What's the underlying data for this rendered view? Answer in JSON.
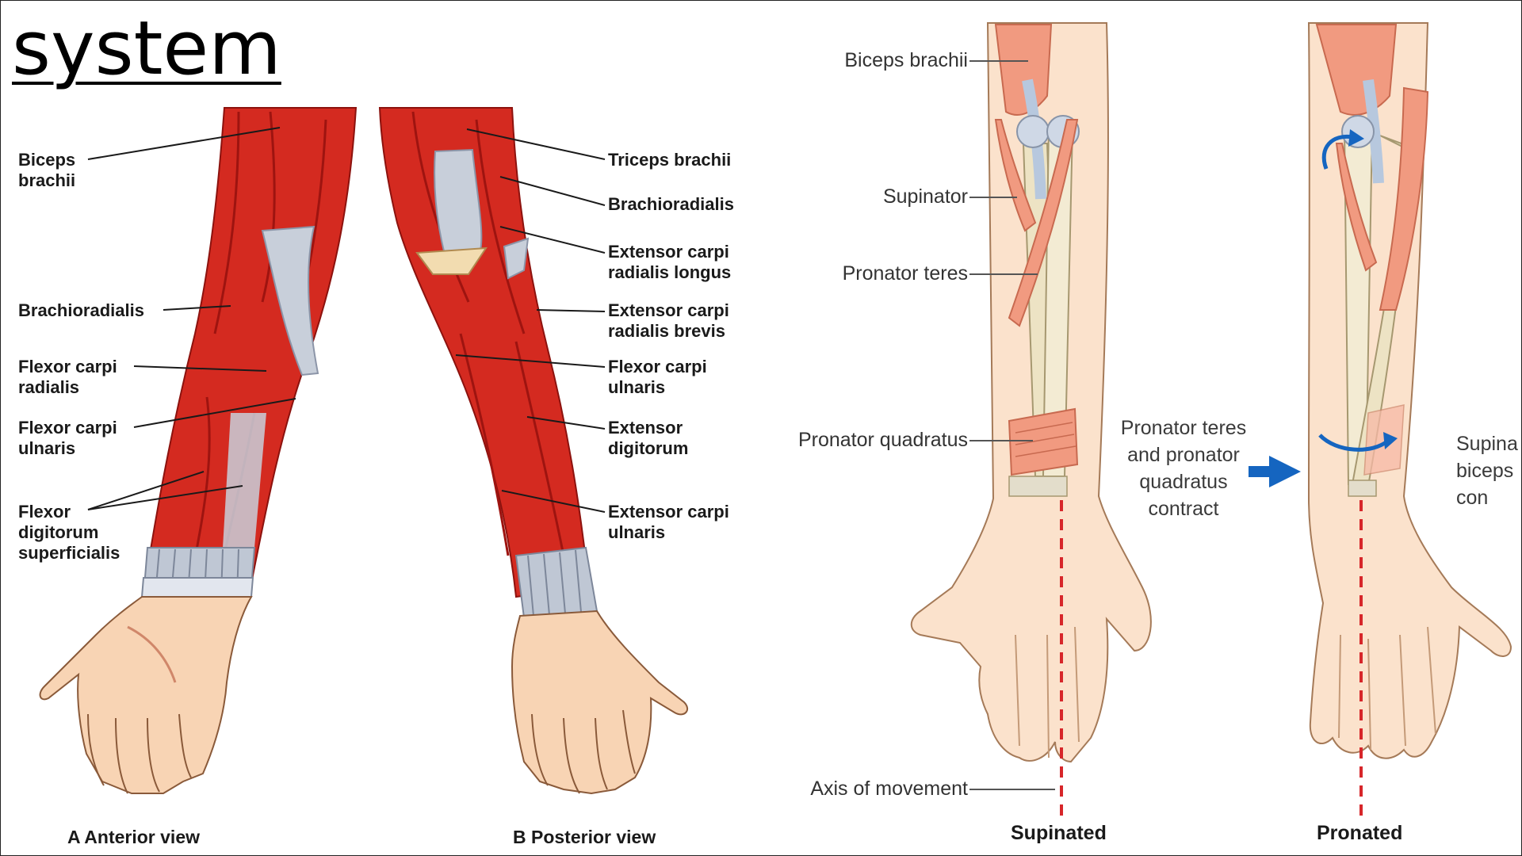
{
  "slide": {
    "title": "system"
  },
  "figure_a": {
    "left_labels": [
      "Biceps\nbrachii",
      "Brachioradialis",
      "Flexor carpi\nradialis",
      "Flexor carpi\nulnaris",
      "Flexor\ndigitorum\nsuperficialis"
    ],
    "right_labels": [
      "Triceps brachii",
      "Brachioradialis",
      "Extensor carpi\nradialis longus",
      "Extensor carpi\nradialis brevis",
      "Flexor carpi\nulnaris",
      "Extensor\ndigitorum",
      "Extensor carpi\nulnaris"
    ],
    "captions": {
      "anterior": "A Anterior view",
      "posterior": "B Posterior view"
    }
  },
  "figure_b": {
    "labels": [
      "Biceps brachii",
      "Supinator",
      "Pronator teres",
      "Pronator quadratus",
      "Axis of movement"
    ],
    "center_text": "Pronator teres\nand pronator\nquadratus\ncontract",
    "cut_text": "Supina\nbiceps\ncon",
    "captions": {
      "supinated": "Supinated",
      "pronated": "Pronated"
    }
  },
  "colors": {
    "muscle": "#d42a20",
    "muscle_dark": "#9e1410",
    "skin": "#f8d4b4",
    "bone": "#ede3c4",
    "tendon": "#b9c4d6",
    "muscle_light": "#f19a80",
    "arrow": "#1565c0",
    "axis": "#d7262a"
  },
  "icons": [
    "arrow-right-icon",
    "rotation-arrow-icon"
  ]
}
